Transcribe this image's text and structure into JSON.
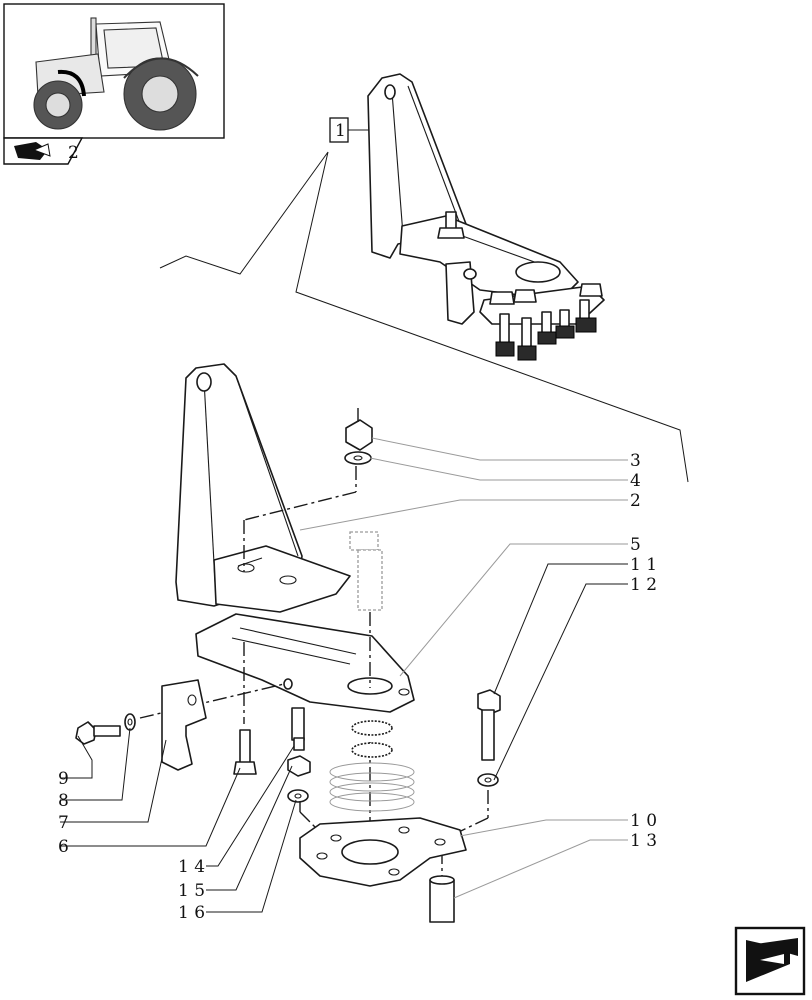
{
  "thumbnail": {
    "icon": "tractor-thumbnail"
  },
  "nav_tab": {
    "icon": "book-arrow-icon",
    "label": "2"
  },
  "callout_box": {
    "label": "1"
  },
  "part_labels": [
    {
      "id": "3",
      "text": "3"
    },
    {
      "id": "4",
      "text": "4"
    },
    {
      "id": "2",
      "text": "2"
    },
    {
      "id": "5",
      "text": "5"
    },
    {
      "id": "11",
      "text": "1 1"
    },
    {
      "id": "12",
      "text": "1 2"
    },
    {
      "id": "10",
      "text": "1 0"
    },
    {
      "id": "13",
      "text": "1 3"
    },
    {
      "id": "9",
      "text": "9"
    },
    {
      "id": "8",
      "text": "8"
    },
    {
      "id": "7",
      "text": "7"
    },
    {
      "id": "6",
      "text": "6"
    },
    {
      "id": "14",
      "text": "1 4"
    },
    {
      "id": "15",
      "text": "1 5"
    },
    {
      "id": "16",
      "text": "1 6"
    }
  ],
  "next_button": {
    "icon": "next-page-arrow-icon"
  }
}
